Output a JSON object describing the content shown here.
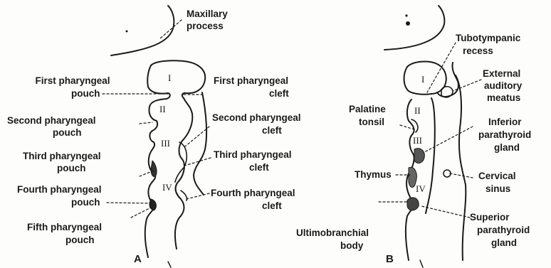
{
  "panel_a": {
    "letter": "A",
    "labels": {
      "maxillary_1": "Maxillary",
      "maxillary_2": "process",
      "first_pouch_1": "First pharyngeal",
      "first_pouch_2": "pouch",
      "first_cleft_1": "First pharyngeal",
      "first_cleft_2": "cleft",
      "second_pouch_1": "Second pharyngeal",
      "second_pouch_2": "pouch",
      "second_cleft_1": "Second pharyngeal",
      "second_cleft_2": "cleft",
      "third_pouch_1": "Third pharyngeal",
      "third_pouch_2": "pouch",
      "third_cleft_1": "Third pharyngeal",
      "third_cleft_2": "cleft",
      "fourth_pouch_1": "Fourth pharyngeal",
      "fourth_pouch_2": "pouch",
      "fourth_cleft_1": "Fourth pharyngeal",
      "fourth_cleft_2": "cleft",
      "fifth_pouch_1": "Fifth pharyngeal",
      "fifth_pouch_2": "pouch"
    },
    "numerals": [
      "I",
      "II",
      "III",
      "IV"
    ]
  },
  "panel_b": {
    "letter": "B",
    "labels": {
      "tubo_1": "Tubotympanic",
      "tubo_2": "recess",
      "ext_1": "External",
      "ext_2": "auditory",
      "ext_3": "meatus",
      "palatine_1": "Palatine",
      "palatine_2": "tonsil",
      "infpara_1": "Inferior",
      "infpara_2": "parathyroid",
      "infpara_3": "gland",
      "thymus": "Thymus",
      "cervical_1": "Cervical",
      "cervical_2": "sinus",
      "ultimo_1": "Ultimobranchial",
      "ultimo_2": "body",
      "suppara_1": "Superior",
      "suppara_2": "parathyroid",
      "suppara_3": "gland"
    },
    "numerals": [
      "I",
      "II",
      "III",
      "IV"
    ]
  }
}
